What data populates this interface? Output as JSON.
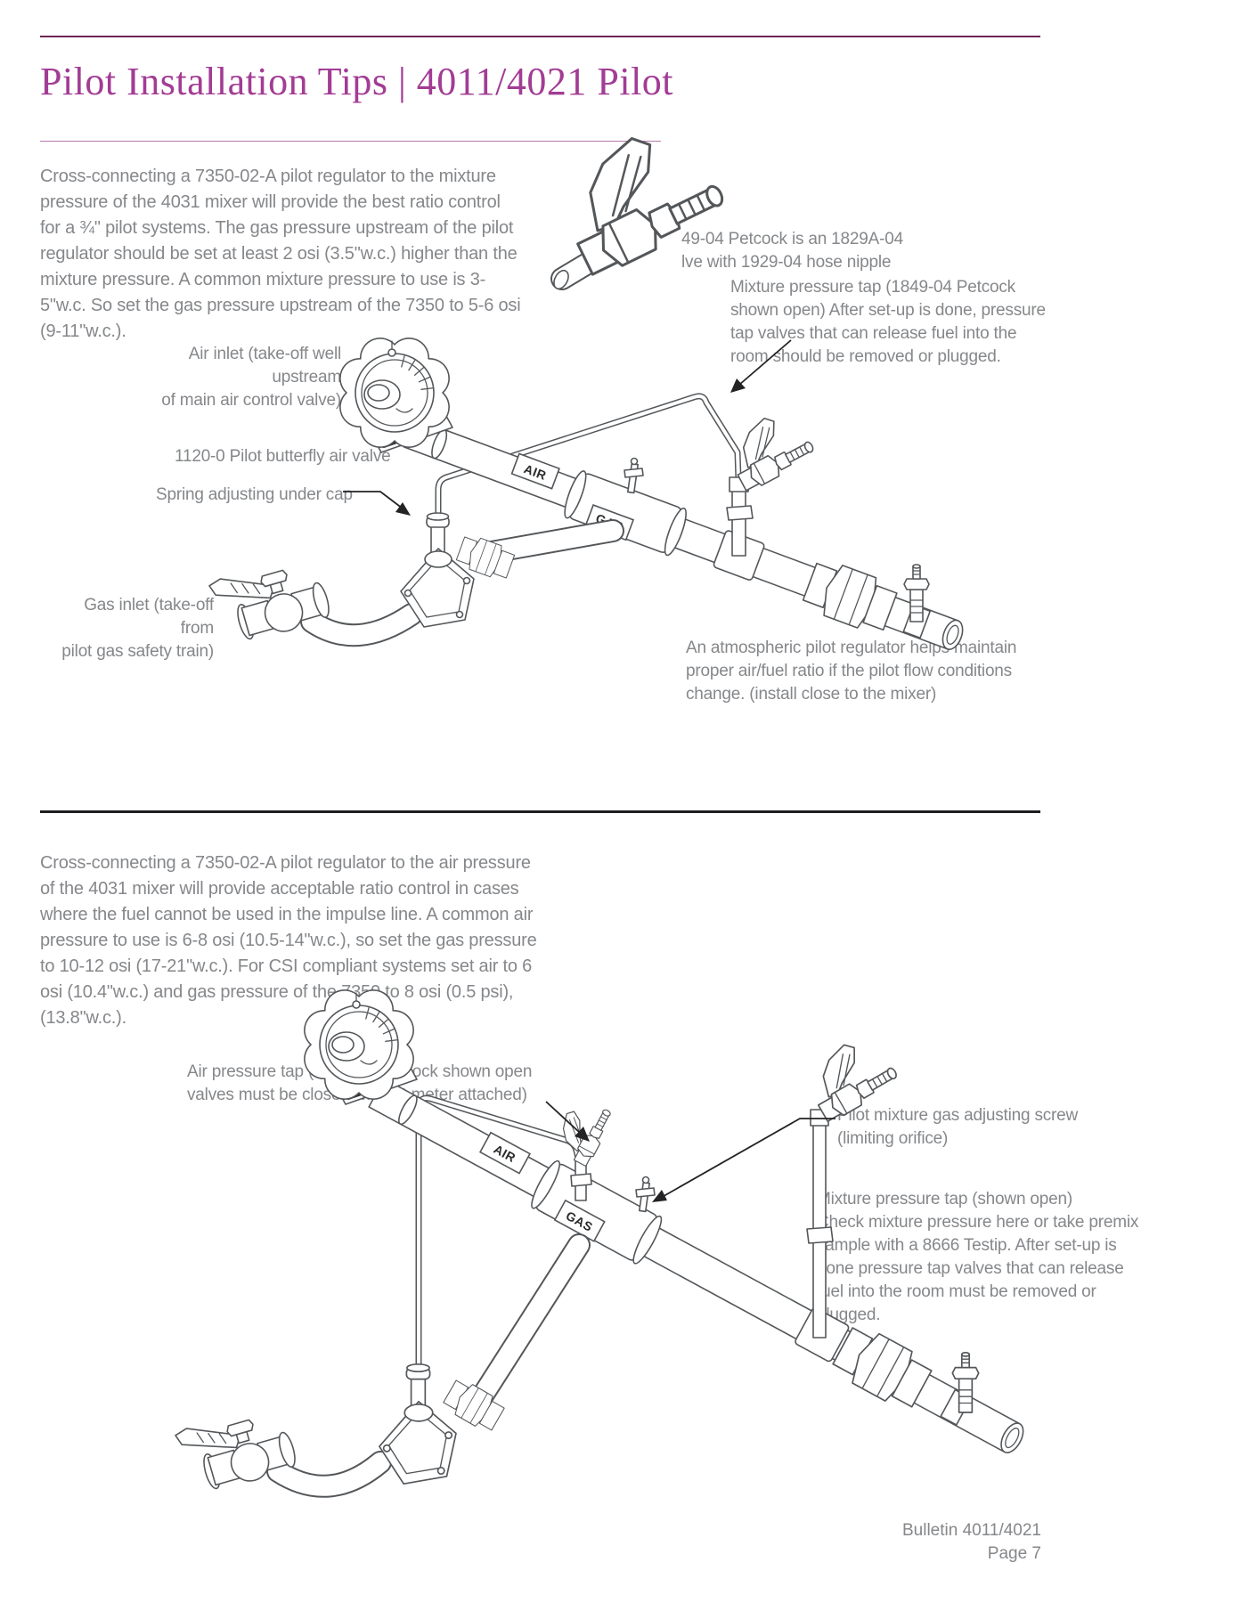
{
  "page": {
    "title": "Pilot Installation Tips | 4011/4021 Pilot",
    "footer_line1": "Bulletin 4011/4021",
    "footer_line2": "Page 7"
  },
  "colors": {
    "title_accent": "#a23c94",
    "top_rule": "#6e2557",
    "thin_rule": "#b678ae",
    "section_divider": "#1d1d1f",
    "body_text": "#85878a"
  },
  "section1": {
    "body": "Cross-connecting a 7350-02-A pilot regulator to the mixture pressure of the 4031 mixer will provide the best ratio control for a ¾\" pilot systems. The gas pressure upstream of the pilot regulator should be set at least 2 osi (3.5\"w.c.) higher than the mixture pressure. A common mixture pressure to use is 3-5\"w.c. So set the gas pressure upstream of the 7350 to 5-6 osi (9-11\"w.c.).",
    "callouts": {
      "petcock_note_1": "49-04 Petcock is an 1829A-04",
      "petcock_note_2": "lve with 1929-04 hose nipple",
      "mixture_tap": "Mixture pressure tap (1849-04 Petcock shown open) After set-up is done, pressure tap valves that can release fuel into the room should be removed or plugged.",
      "air_inlet_1": "Air inlet (take-off well upstream",
      "air_inlet_2": "of main air control valve)",
      "butterfly": "1120-0 Pilot butterfly air valve",
      "spring": "Spring adjusting under cap",
      "gas_inlet_1": "Gas inlet (take-off from",
      "gas_inlet_2": "pilot gas safety train)",
      "atmospheric": "An atmospheric pilot regulator helps maintain proper air/fuel ratio if the pilot flow conditions change. (install close to the mixer)"
    },
    "labels": {
      "air": "AIR",
      "gas": "GAS"
    }
  },
  "section2": {
    "body": "Cross-connecting a 7350-02-A pilot regulator to the air pressure of the 4031 mixer will provide acceptable ratio control in cases where the fuel cannot be used in the impulse line. A common air pressure to use is 6-8 osi (10.5-14\"w.c.), so set the gas pressure to 10-12 osi (17-21\"w.c.). For CSI compliant systems set air to 6 osi (10.4\"w.c.) and gas pressure of the 7350 to 8 osi (0.5 psi), (13.8\"w.c.).",
    "callouts": {
      "air_tap_1": "Air pressure tap (1849-04 Petcock shown open",
      "air_tap_2": "valves must be closed without meter attached)",
      "screw_1": "Pilot mixture gas adjusting screw",
      "screw_2": "(limiting orifice)",
      "mixture_tap_1": "Mixture pressure tap (shown open)",
      "mixture_tap_2": "Check mixture pressure here or take premix sample with a 8666 Testip. After set-up is done pressure tap valves that can release fuel into the room must be removed or plugged."
    },
    "labels": {
      "air": "AIR",
      "gas": "GAS"
    }
  }
}
